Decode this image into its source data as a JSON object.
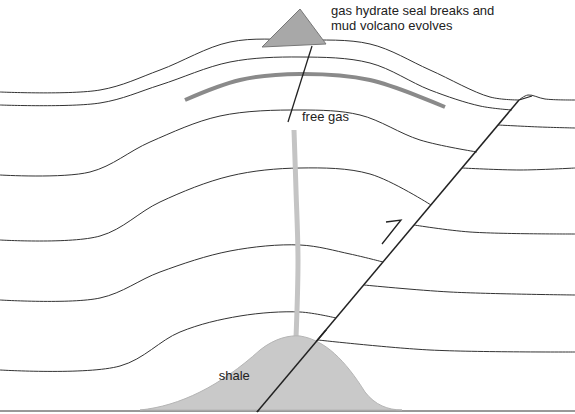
{
  "diagram": {
    "nodes": [
      {
        "text": [
          "shale"
        ]
      }
    ],
    "labels": [
      "gas hydrate seal breaks and mud volcano evolves",
      "free gas"
    ]
  }
}
